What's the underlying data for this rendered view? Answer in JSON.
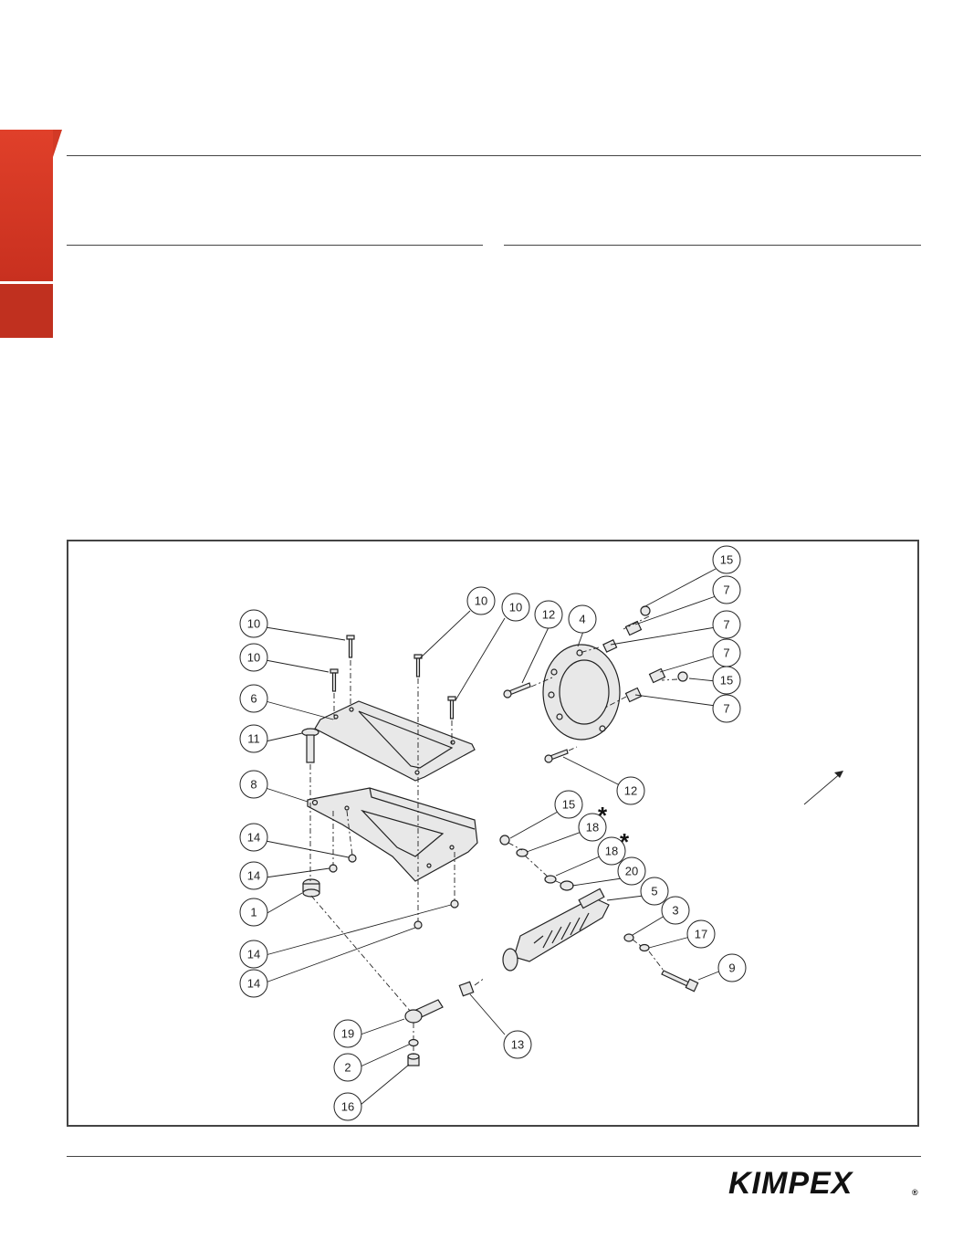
{
  "callouts": [
    {
      "id": "c15a",
      "label": "15"
    },
    {
      "id": "c7a",
      "label": "7"
    },
    {
      "id": "c7b",
      "label": "7"
    },
    {
      "id": "c7c",
      "label": "7"
    },
    {
      "id": "c15b",
      "label": "15"
    },
    {
      "id": "c7d",
      "label": "7"
    },
    {
      "id": "c10a",
      "label": "10"
    },
    {
      "id": "c10b",
      "label": "10"
    },
    {
      "id": "c12a",
      "label": "12"
    },
    {
      "id": "c4",
      "label": "4"
    },
    {
      "id": "c10c",
      "label": "10"
    },
    {
      "id": "c10d",
      "label": "10"
    },
    {
      "id": "c6",
      "label": "6"
    },
    {
      "id": "c11",
      "label": "11"
    },
    {
      "id": "c12b",
      "label": "12"
    },
    {
      "id": "c8",
      "label": "8"
    },
    {
      "id": "c15c",
      "label": "15"
    },
    {
      "id": "c18a",
      "label": "18"
    },
    {
      "id": "c18b",
      "label": "18"
    },
    {
      "id": "c20",
      "label": "20"
    },
    {
      "id": "c14a",
      "label": "14"
    },
    {
      "id": "c14b",
      "label": "14"
    },
    {
      "id": "c5",
      "label": "5"
    },
    {
      "id": "c1",
      "label": "1"
    },
    {
      "id": "c3",
      "label": "3"
    },
    {
      "id": "c17",
      "label": "17"
    },
    {
      "id": "c9",
      "label": "9"
    },
    {
      "id": "c14c",
      "label": "14"
    },
    {
      "id": "c14d",
      "label": "14"
    },
    {
      "id": "c19",
      "label": "19"
    },
    {
      "id": "c13",
      "label": "13"
    },
    {
      "id": "c2",
      "label": "2"
    },
    {
      "id": "c16",
      "label": "16"
    }
  ],
  "asterisk_mark": "*",
  "logo": {
    "text": "KIMPEX",
    "registered": "®"
  }
}
